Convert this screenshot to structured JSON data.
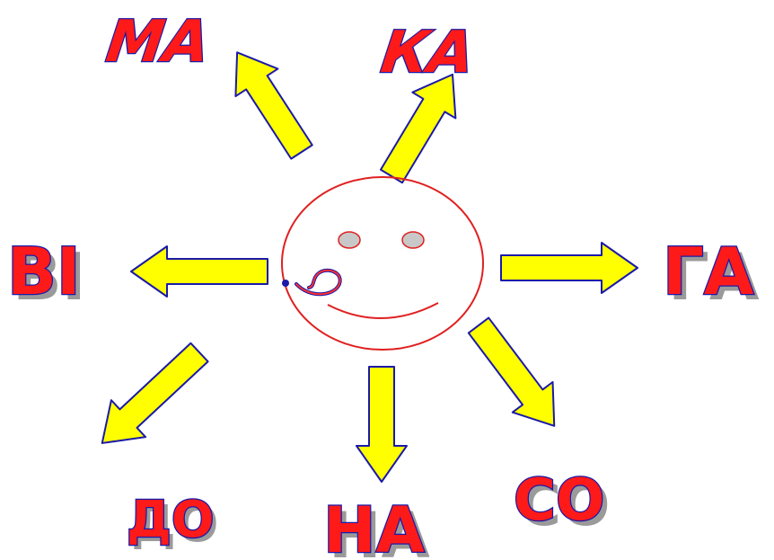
{
  "center": {
    "symbol": "?",
    "colors": {
      "face": "#e02020",
      "eyes": "#c8c8c8",
      "question_mark": "#1a1aa8"
    }
  },
  "words": {
    "ma": "МА",
    "ka": "КА",
    "vi": "ВІ",
    "ga": "ГА",
    "do": "ДО",
    "na": "НА",
    "so": "СО"
  },
  "colors": {
    "text_fill": "#ff1a1a",
    "text_outline": "#1a1aa8",
    "arrow_fill": "#ffff00",
    "arrow_outline": "#1a1aa8"
  }
}
